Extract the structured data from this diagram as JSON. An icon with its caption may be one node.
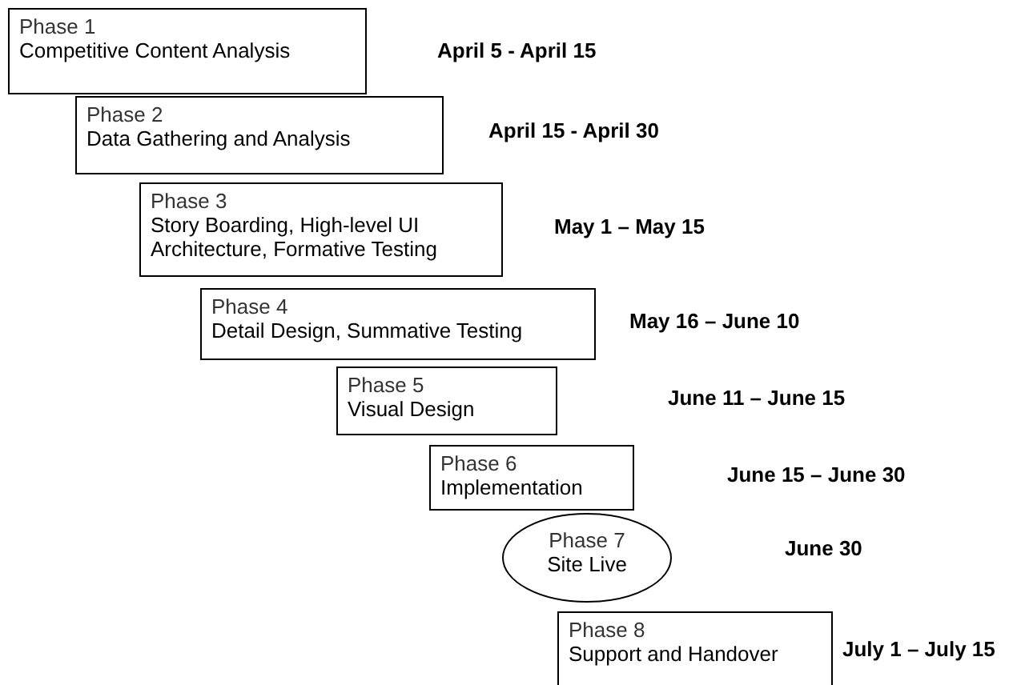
{
  "diagram": {
    "nodes": [
      {
        "text": [
          "Phase 1",
          "Competitive Content Analysis"
        ]
      },
      {
        "text": [
          "Phase 2",
          "Data Gathering and Analysis"
        ]
      },
      {
        "text": [
          "Phase 3",
          "Story Boarding, High-level UI Architecture, Formative Testing"
        ]
      },
      {
        "text": [
          "Phase 4",
          "Detail Design, Summative Testing"
        ]
      },
      {
        "text": [
          "Phase 5",
          "Visual Design"
        ]
      },
      {
        "text": [
          "Phase 6",
          "Implementation"
        ]
      },
      {
        "text": [
          "Phase 7",
          "Site Live"
        ]
      },
      {
        "text": [
          "Phase 8",
          "Support and Handover"
        ]
      }
    ],
    "labels": [
      "April 5 - April 15",
      "April 15 - April 30",
      "May 1 – May 15",
      "May 16 – June 10",
      "June 11 – June 15",
      "June 15 – June 30",
      "June 30",
      "July 1 – July 15"
    ]
  }
}
